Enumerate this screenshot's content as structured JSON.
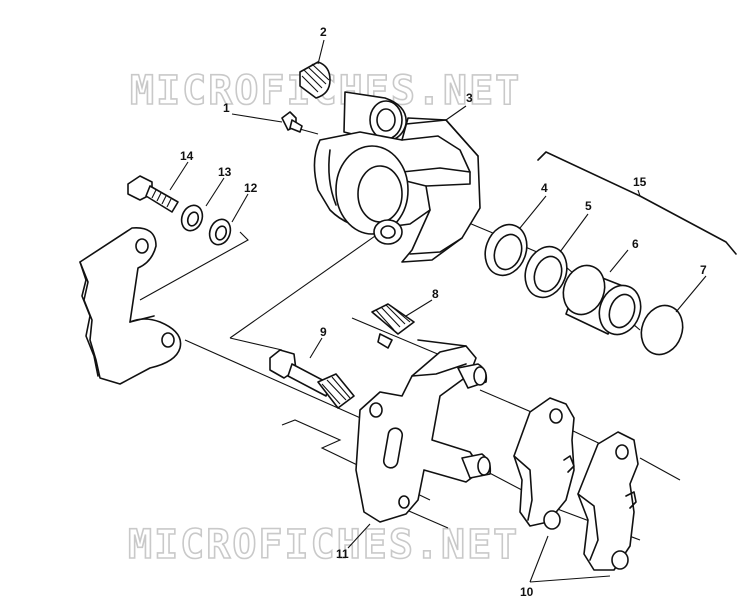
{
  "watermarks": [
    "MICROFICHES.NET",
    "MICROFICHES.NET"
  ],
  "callouts": [
    {
      "id": "c1",
      "label": "1"
    },
    {
      "id": "c2",
      "label": "2"
    },
    {
      "id": "c3",
      "label": "3"
    },
    {
      "id": "c4",
      "label": "4"
    },
    {
      "id": "c5",
      "label": "5"
    },
    {
      "id": "c6",
      "label": "6"
    },
    {
      "id": "c7",
      "label": "7"
    },
    {
      "id": "c8",
      "label": "8"
    },
    {
      "id": "c9",
      "label": "9"
    },
    {
      "id": "c10",
      "label": "10"
    },
    {
      "id": "c11",
      "label": "11"
    },
    {
      "id": "c12",
      "label": "12"
    },
    {
      "id": "c13",
      "label": "13"
    },
    {
      "id": "c14",
      "label": "14"
    },
    {
      "id": "c15",
      "label": "15"
    }
  ]
}
